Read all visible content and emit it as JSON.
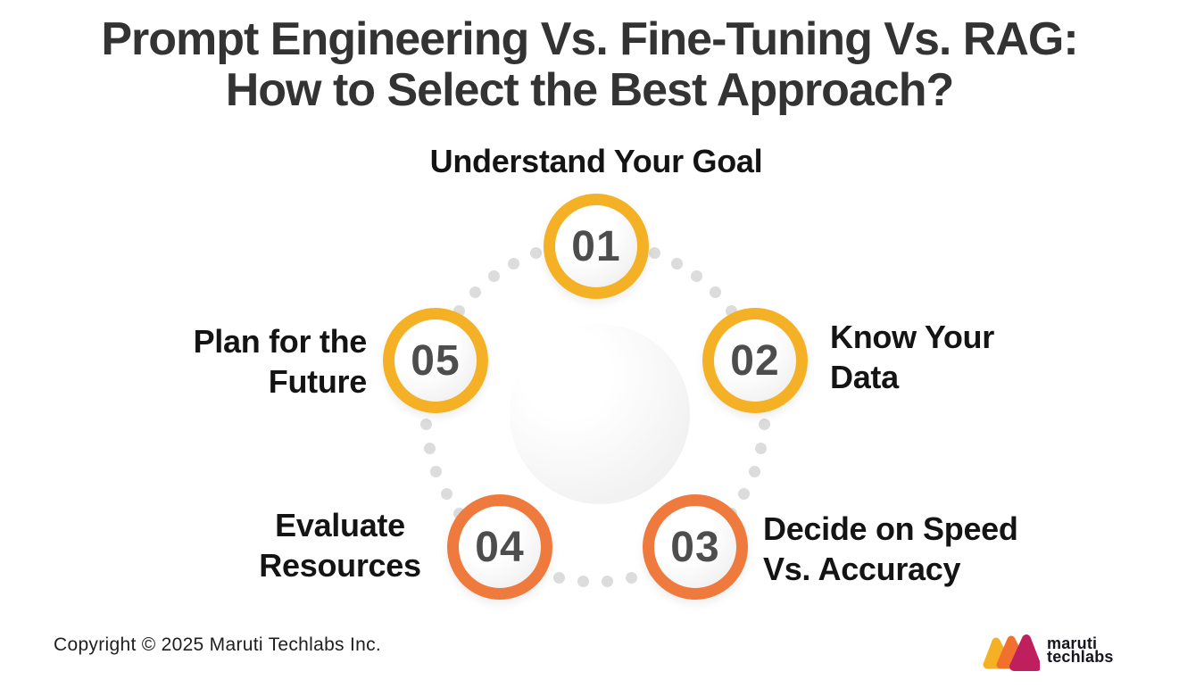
{
  "title": {
    "line1": "Prompt Engineering Vs. Fine-Tuning Vs. RAG:",
    "line2": "How to Select the Best Approach?"
  },
  "steps": [
    {
      "number": "01",
      "label": "Understand Your Goal",
      "ring_color": "#F5B126"
    },
    {
      "number": "02",
      "label": "Know Your\nData",
      "ring_color": "#F5B126"
    },
    {
      "number": "03",
      "label": "Decide on Speed\nVs. Accuracy",
      "ring_color": "#EE7A3E"
    },
    {
      "number": "04",
      "label": "Evaluate\nResources",
      "ring_color": "#EE7A3E"
    },
    {
      "number": "05",
      "label": "Plan for the\nFuture",
      "ring_color": "#F5B126"
    }
  ],
  "footer": {
    "copyright": "Copyright © 2025 Maruti Techlabs Inc."
  },
  "logo": {
    "line1": "maruti",
    "line2": "techlabs"
  },
  "colors": {
    "ring_yellow": "#F5B126",
    "ring_orange": "#EE7A3E",
    "step_number": "#4D4D4D",
    "dotted_ring": "#DCDCDC",
    "title_text": "#333333",
    "label_text": "#141414",
    "logo_yellow": "#F5B126",
    "logo_orange": "#F2702E",
    "logo_magenta": "#C01F5E",
    "logo_text": "#16161E",
    "background": "#FFFFFF"
  }
}
